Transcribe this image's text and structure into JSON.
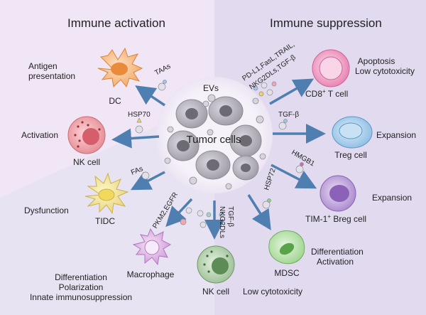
{
  "colors": {
    "left_bg": "#f1e6f5",
    "right_bg": "#ddd5ec",
    "bottom_bg": "#e8e3f3",
    "center_halo": "#f3eef8",
    "arrow": "#4f7fb0",
    "tumor_cell": "#a9a6b0",
    "tumor_nucleus": "#6d6a74"
  },
  "panels": {
    "left_title": "Immune activation",
    "right_title": "Immune suppression"
  },
  "center": {
    "label": "Tumor cells",
    "ev_label": "EVs"
  },
  "factors": {
    "taas": "TAAs",
    "hsp70": "HSP70",
    "fas": "FAs",
    "cd8_line1": "PD-L1,FasL,TRAIL,",
    "cd8_line2": "NKG2DLs,TGF-β",
    "tgf_beta_treg": "TGF-β",
    "hmgb1": "HMGB1",
    "hsp72": "HSP72",
    "tgf_beta_nk2": "TGF-β",
    "nkg2dls_nk2": "NKG2DLs",
    "pkm2_egfr": "PKM2,EGFR"
  },
  "cells": {
    "dc": {
      "name": "DC",
      "effect_line1": "Antigen",
      "effect_line2": "presentation"
    },
    "nk_top": {
      "name": "NK cell",
      "effect": "Activation"
    },
    "tidc": {
      "name": "TIDC",
      "effect": "Dysfunction"
    },
    "cd8": {
      "name_prefix": "CD8",
      "name_sup": "+",
      "name_suffix": " T cell",
      "effect_line1": "Apoptosis",
      "effect_line2": "Low cytotoxicity"
    },
    "treg": {
      "name": "Treg cell",
      "effect": "Expansion"
    },
    "breg": {
      "name_prefix": "TIM-1",
      "name_sup": "+",
      "name_suffix": " Breg cell",
      "effect": "Expansion"
    },
    "mdsc": {
      "name": "MDSC",
      "effect_line1": "Differentiation",
      "effect_line2": "Activation"
    },
    "nk_bottom": {
      "name": "NK cell",
      "effect": "Low cytotoxicity"
    },
    "macrophage": {
      "name": "Macrophage",
      "effect_line1": "Differentiation",
      "effect_line2": "Polarization",
      "effect_line3": "Innate immunosuppression"
    }
  }
}
